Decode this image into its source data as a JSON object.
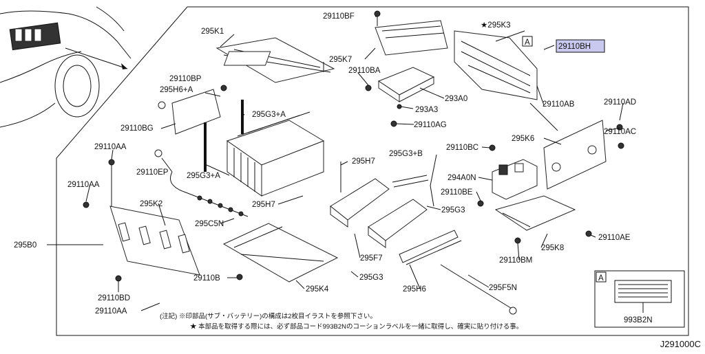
{
  "labels": {
    "l_29110BF": "29110BF",
    "l_295K1": "295K1",
    "l_295K7": "295K7",
    "l_295K3": "★295K3",
    "l_29110BH": "29110BH",
    "l_box_a": "A",
    "l_29110BA": "29110BA",
    "l_29110BP": "29110BP",
    "l_295H6A": "295H6+A",
    "l_293A0": "293A0",
    "l_29110AB": "29110AB",
    "l_29110AD": "29110AD",
    "l_293A3": "293A3",
    "l_295G3A_top": "295G3+A",
    "l_29110BG": "29110BG",
    "l_29110AG": "29110AG",
    "l_29110AC": "29110AC",
    "l_295K6": "295K6",
    "l_29110AA_1": "29110AA",
    "l_29110BC": "29110BC",
    "l_295G3B": "295G3+B",
    "l_295H7_1": "295H7",
    "l_29110EP": "29110EP",
    "l_295G3A_mid": "295G3+A",
    "l_294A0N": "294A0N",
    "l_29110AA_2": "29110AA",
    "l_29110BE": "29110BE",
    "l_295K2": "295K2",
    "l_295H7_2": "295H7",
    "l_295G3_1": "295G3",
    "l_295C5N": "295C5N",
    "l_295B0": "295B0",
    "l_29110AE": "29110AE",
    "l_295K8": "295K8",
    "l_295F7": "295F7",
    "l_29110BM": "29110BM",
    "l_29110B": "29110B",
    "l_295G3_2": "295G3",
    "l_295K4": "295K4",
    "l_295H6": "295H6",
    "l_295F5N": "295F5N",
    "l_29110BD": "29110BD",
    "l_29110AA_3": "29110AA",
    "l_box_a2": "A",
    "l_993B2N": "993B2N"
  },
  "notes": {
    "note1": "(注記) ※印部品(サブ・バッテリー)の構成は2枚目イラストを参照下さい。",
    "note2": "★ 本部品を取得する際には、必ず部品コード993B2Nのコーションラベルを一緒に取得し、確実に貼り付ける事。"
  },
  "footer": {
    "diagram_code": "J291000C"
  }
}
